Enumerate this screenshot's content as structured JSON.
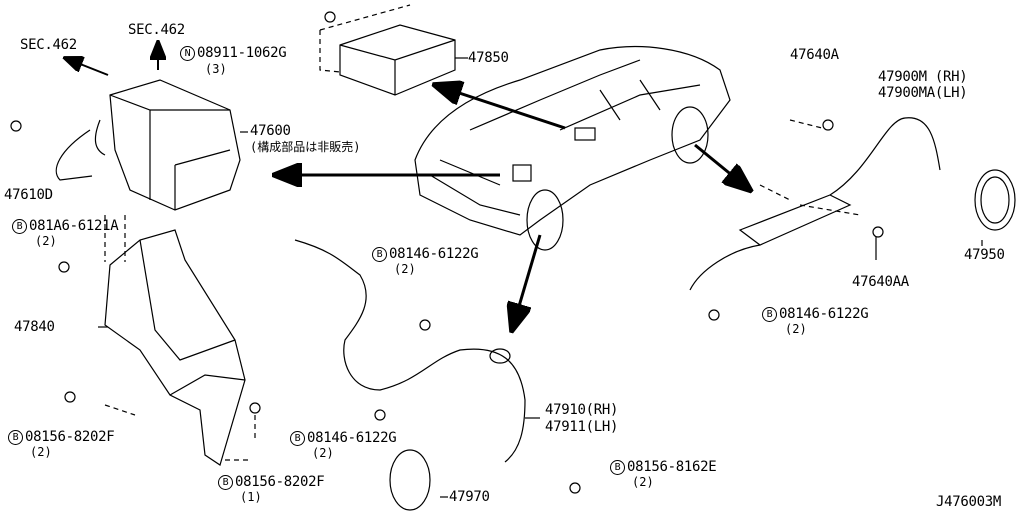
{
  "diagram_code": "J476003M",
  "labels": {
    "sec462_left": "SEC.462",
    "sec462_top": "SEC.462",
    "p08911": {
      "prefix": "N",
      "part": "08911-1062G",
      "qty": "(3)"
    },
    "p47850": "47850",
    "p47600": "47600",
    "p47600_note": "(構成部品は非販売)",
    "p47610D": "47610D",
    "p081A6": {
      "prefix": "B",
      "part": "081A6-6121A",
      "qty": "(2)"
    },
    "p47840": "47840",
    "p08156_8202F_a": {
      "prefix": "B",
      "part": "08156-8202F",
      "qty": "(2)"
    },
    "p08156_8202F_b": {
      "prefix": "B",
      "part": "08156-8202F",
      "qty": "(1)"
    },
    "p08146_mid": {
      "prefix": "B",
      "part": "08146-6122G",
      "qty": "(2)"
    },
    "p08146_low": {
      "prefix": "B",
      "part": "08146-6122G",
      "qty": "(2)"
    },
    "p47910": "47910(RH)",
    "p47911": "47911(LH)",
    "p47970": "47970",
    "p08156_8162E": {
      "prefix": "B",
      "part": "08156-8162E",
      "qty": "(2)"
    },
    "p47640A": "47640A",
    "p47900M": "47900M (RH)",
    "p47900MA": "47900MA(LH)",
    "p47950": "47950",
    "p47640AA": "47640AA",
    "p08146_right": {
      "prefix": "B",
      "part": "08146-6122G",
      "qty": "(2)"
    }
  }
}
